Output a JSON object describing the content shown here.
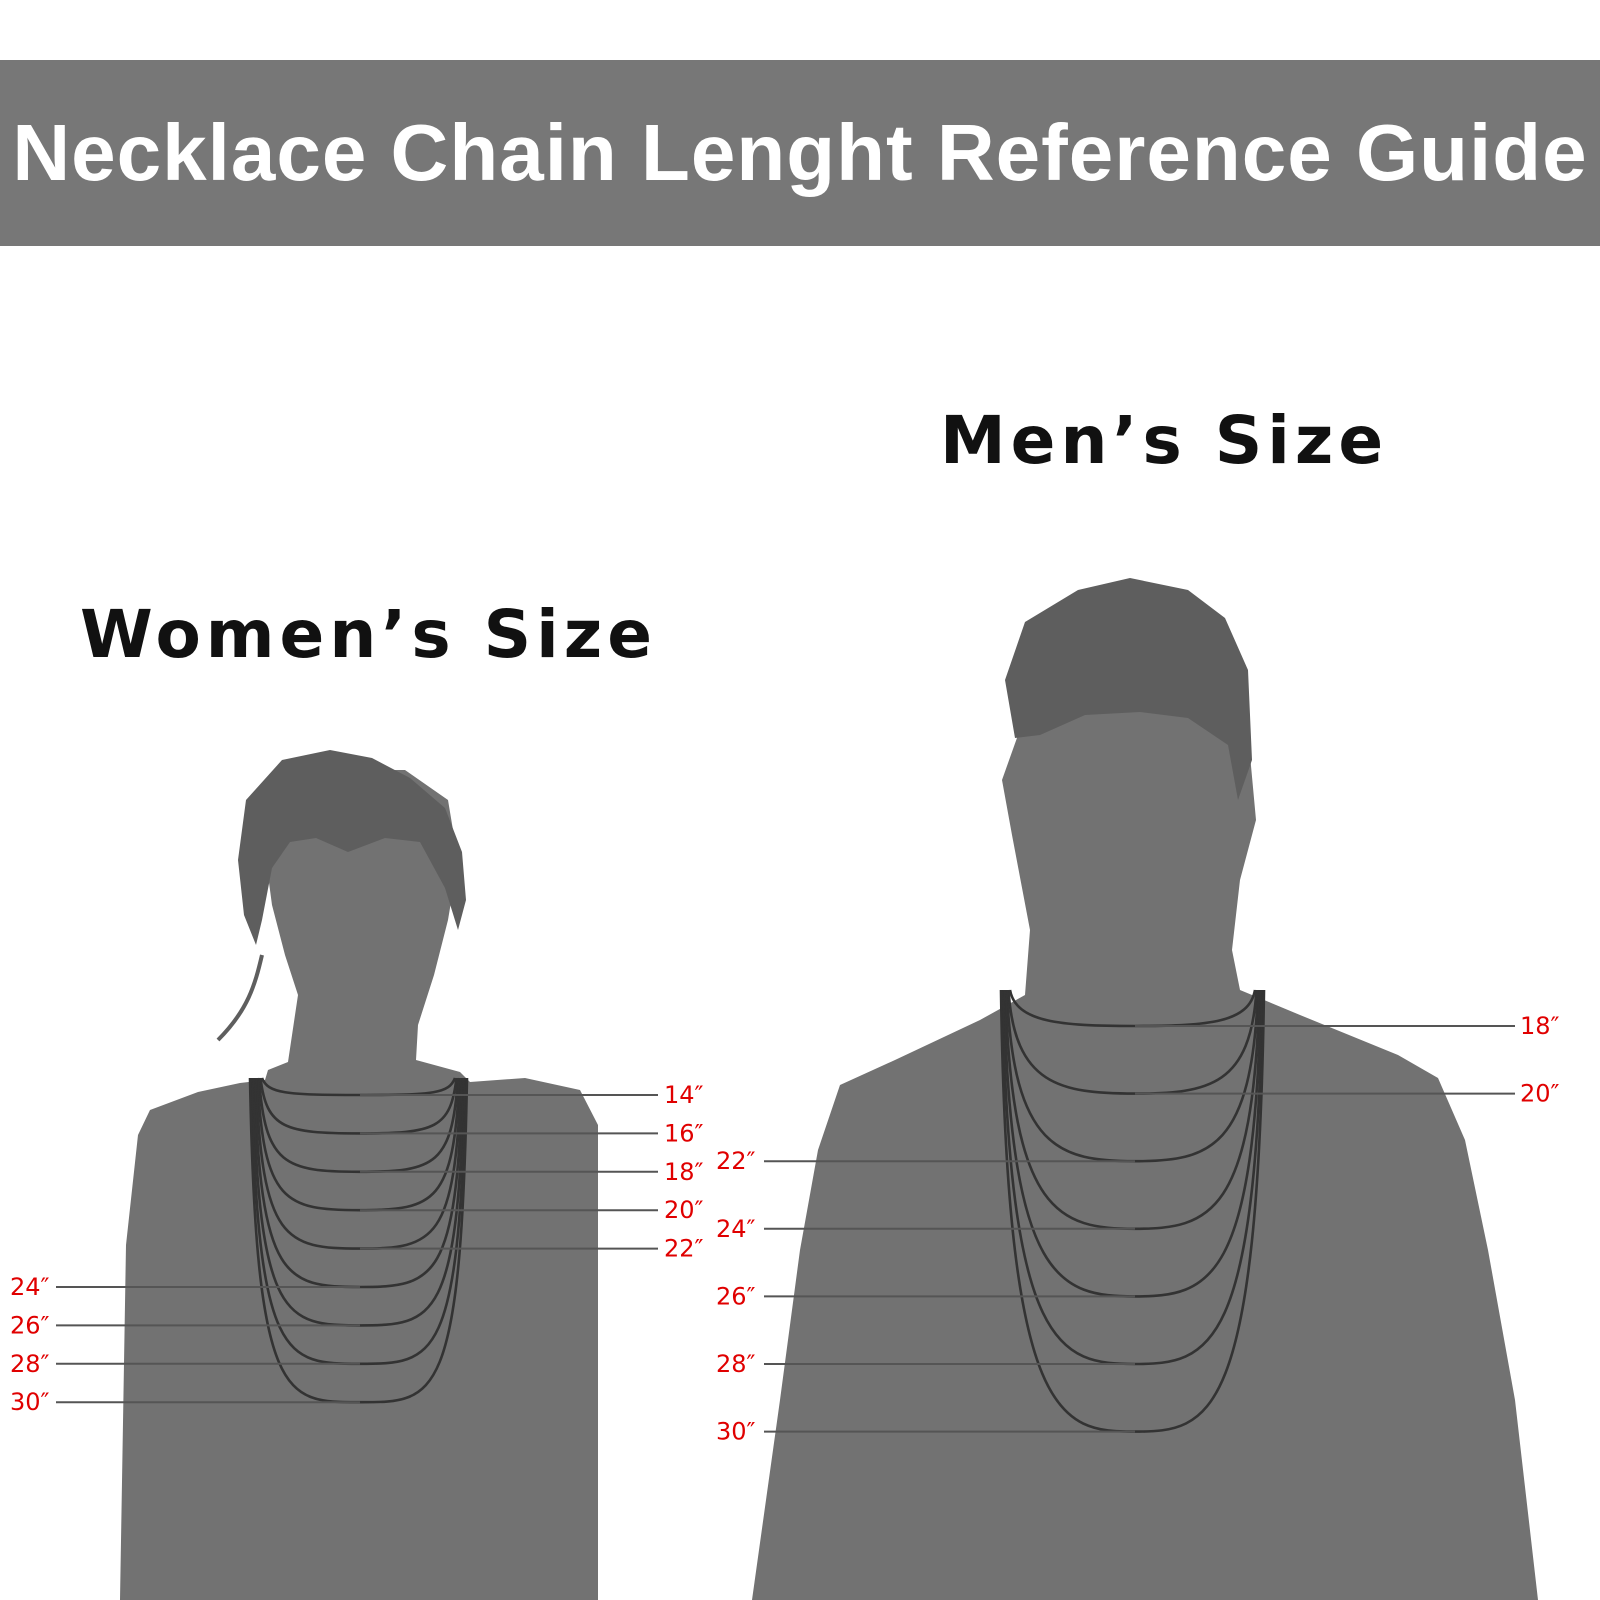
{
  "banner": {
    "title": "Necklace Chain Lenght Reference Guide"
  },
  "colors": {
    "banner": "#777777",
    "silhouette": "#727272",
    "hair": "#5e5e5e",
    "chain": "#333333",
    "leader_line": "#555555",
    "size_label": "#e00000",
    "section_title": "#111111"
  },
  "women": {
    "title": "Women’s Size",
    "sizes": [
      {
        "label": "14″",
        "inches": 14,
        "side": "right"
      },
      {
        "label": "16″",
        "inches": 16,
        "side": "right"
      },
      {
        "label": "18″",
        "inches": 18,
        "side": "right"
      },
      {
        "label": "20″",
        "inches": 20,
        "side": "right"
      },
      {
        "label": "22″",
        "inches": 22,
        "side": "right"
      },
      {
        "label": "24″",
        "inches": 24,
        "side": "left"
      },
      {
        "label": "26″",
        "inches": 26,
        "side": "left"
      },
      {
        "label": "28″",
        "inches": 28,
        "side": "left"
      },
      {
        "label": "30″",
        "inches": 30,
        "side": "left"
      }
    ]
  },
  "men": {
    "title": "Men’s Size",
    "sizes": [
      {
        "label": "18″",
        "inches": 18,
        "side": "right"
      },
      {
        "label": "20″",
        "inches": 20,
        "side": "right"
      },
      {
        "label": "22″",
        "inches": 22,
        "side": "left"
      },
      {
        "label": "24″",
        "inches": 24,
        "side": "left"
      },
      {
        "label": "26″",
        "inches": 26,
        "side": "left"
      },
      {
        "label": "28″",
        "inches": 28,
        "side": "left"
      },
      {
        "label": "30″",
        "inches": 30,
        "side": "left"
      }
    ]
  }
}
